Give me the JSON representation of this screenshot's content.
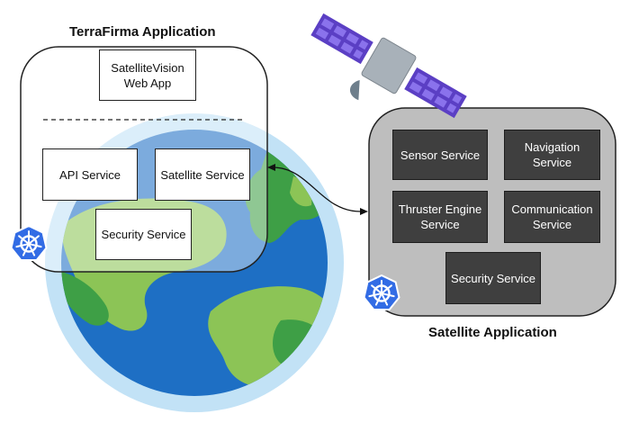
{
  "terra_firma": {
    "title": "TerraFirma Application",
    "web_app": "SatelliteVision\nWeb App",
    "services": {
      "api": "API Service",
      "satellite": "Satellite Service",
      "security": "Security Service"
    }
  },
  "satellite_app": {
    "title": "Satellite Application",
    "services": {
      "sensor": "Sensor Service",
      "navigation": "Navigation\nService",
      "thruster": "Thruster Engine\nService",
      "communication": "Communication\nService",
      "security": "Security Service"
    }
  },
  "colors": {
    "ocean": "#1e6fc4",
    "land_dark": "#3e9f46",
    "land_light": "#8cc456",
    "atmosphere": "#c2e2f6",
    "satellite_panel": "#bebebe",
    "service_dark": "#3f3f3f",
    "solar_panel": "#5b3fc4",
    "kubernetes_blue": "#326ce5"
  },
  "icons": [
    "kubernetes-icon",
    "satellite-icon",
    "earth-icon"
  ]
}
